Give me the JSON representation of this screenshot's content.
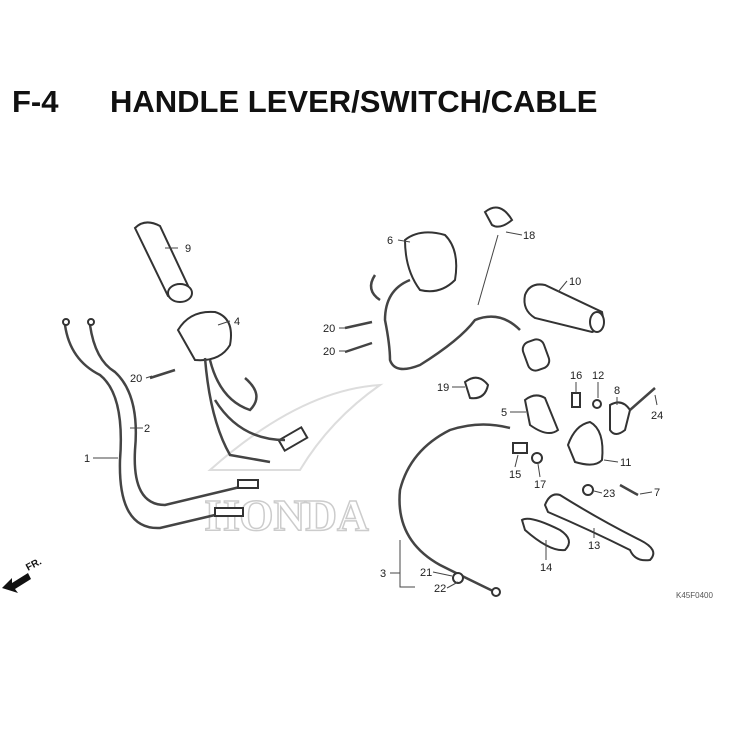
{
  "header": {
    "code": "F-4",
    "title": "HANDLE LEVER/SWITCH/CABLE"
  },
  "watermark": "HONDA",
  "direction_label": "FR.",
  "reference_code": "K45F0400",
  "callouts": [
    "9",
    "4",
    "20",
    "2",
    "1",
    "6",
    "18",
    "10",
    "20",
    "20",
    "19",
    "16",
    "12",
    "8",
    "24",
    "5",
    "11",
    "15",
    "17",
    "23",
    "7",
    "13",
    "14",
    "3",
    "21",
    "22"
  ]
}
